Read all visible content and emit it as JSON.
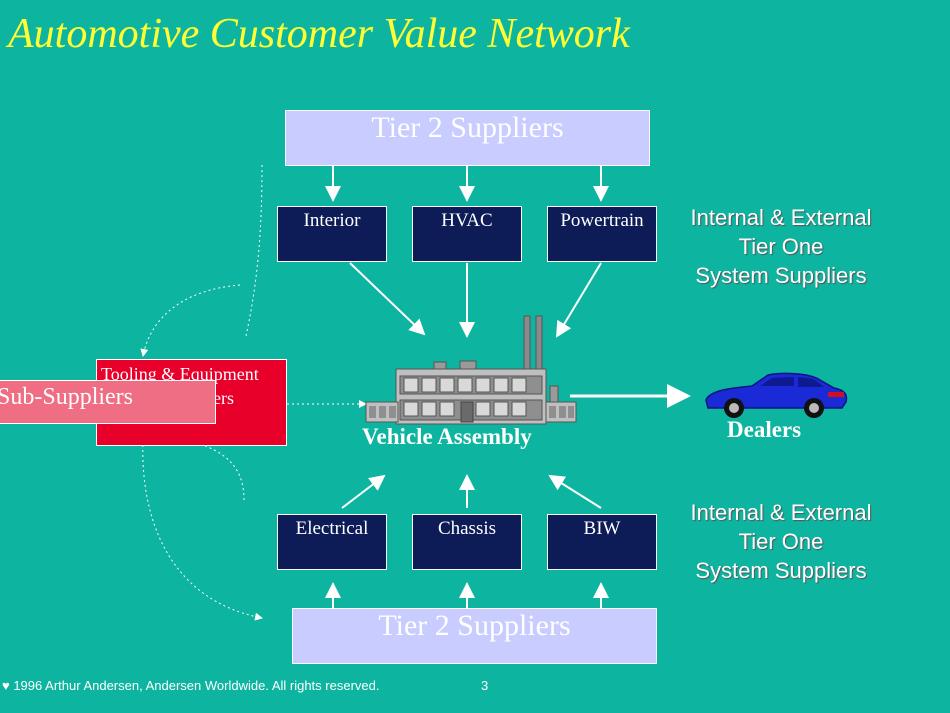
{
  "title": "Automotive Customer Value Network",
  "tier2_top": "Tier 2 Suppliers",
  "tier2_bottom": "Tier 2 Suppliers",
  "tier1_top": [
    "Interior",
    "HVAC",
    "Powertrain"
  ],
  "tier1_bottom": [
    "Electrical",
    "Chassis",
    "BIW"
  ],
  "tier1_label_top": [
    "Internal & External",
    "Tier One",
    "System Suppliers"
  ],
  "tier1_label_bottom": [
    "Internal & External",
    "Tier One",
    "System Suppliers"
  ],
  "tooling": [
    "Tooling & Equipment",
    "ers"
  ],
  "sub_suppliers": "Sub-Suppliers",
  "vehicle_assembly": "Vehicle Assembly",
  "dealers": "Dealers",
  "footer": "♥ 1996 Arthur Andersen, Andersen Worldwide.  All rights reserved.",
  "page_number": "3",
  "colors": {
    "background": "#0db5a0",
    "title": "#ffff33",
    "tier2_box": "#c9ccff",
    "tier1_box": "#0d1b57",
    "tooling_box": "#e8002a",
    "sub_suppliers_box": "#f06e84",
    "car": "#1a2ad6"
  },
  "icons": [
    "factory-icon",
    "car-icon"
  ]
}
